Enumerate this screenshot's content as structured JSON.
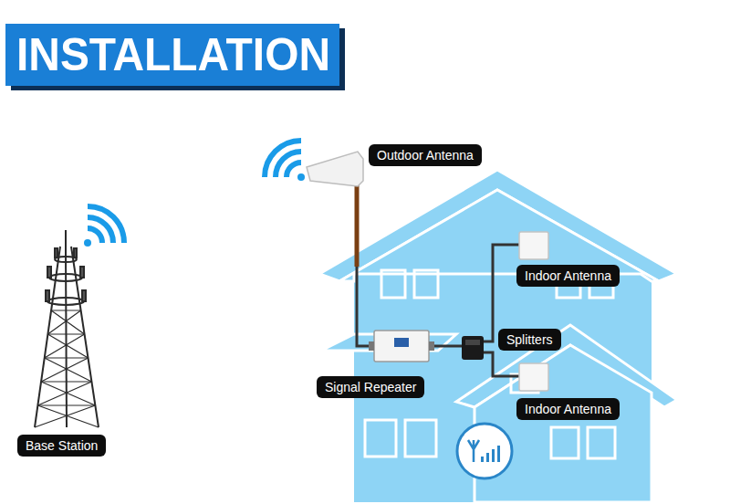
{
  "diagram": {
    "title": "INSTALLATION",
    "nodes": [
      {
        "text": [
          "Outdoor Antenna"
        ]
      },
      {
        "text": [
          "Indoor Antenna"
        ]
      },
      {
        "text": [
          "Splitters"
        ]
      },
      {
        "text": [
          "Signal Repeater"
        ]
      },
      {
        "text": [
          "Indoor Antenna"
        ]
      },
      {
        "text": [
          "Base Station"
        ]
      }
    ]
  }
}
